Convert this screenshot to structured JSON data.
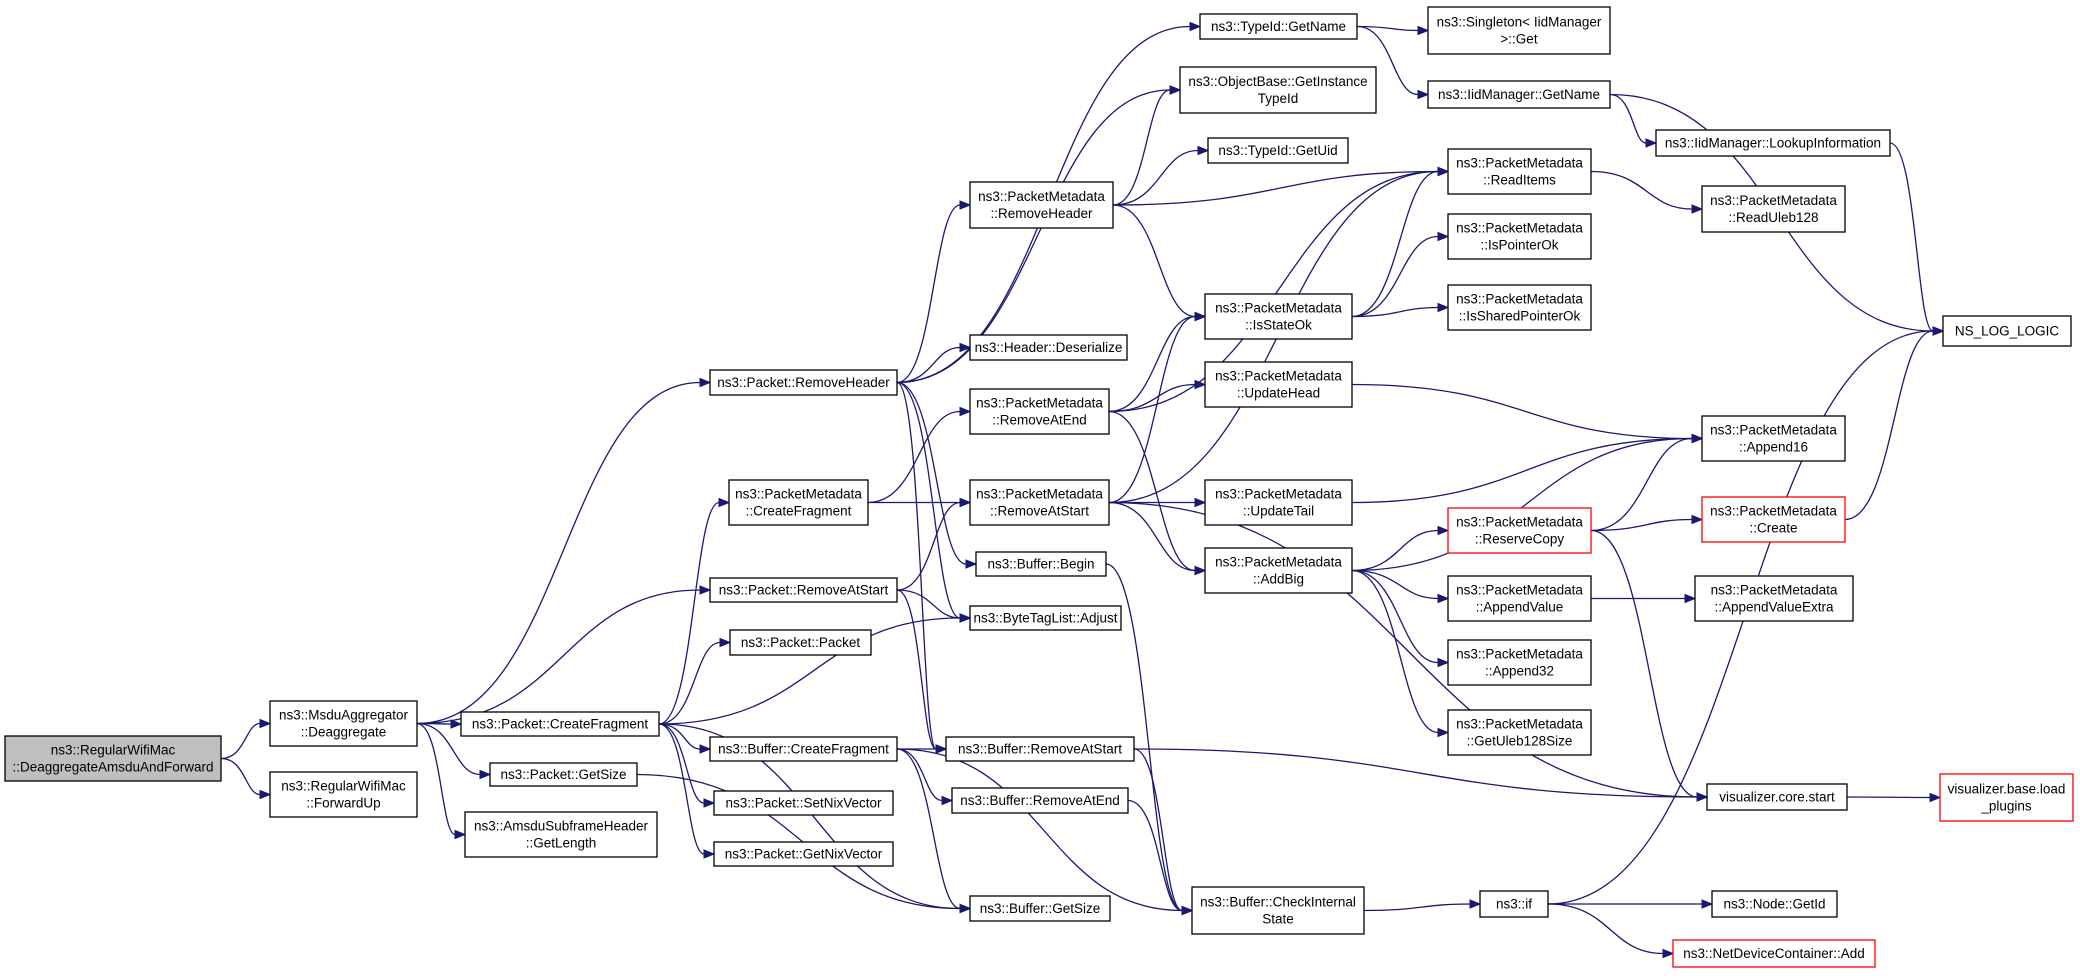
{
  "nodes": [
    {
      "id": "root",
      "lines": [
        "ns3::RegularWifiMac",
        "::DeaggregateAmsduAndForward"
      ],
      "style": "root"
    },
    {
      "id": "msdu_deagg",
      "lines": [
        "ns3::MsduAggregator",
        "::Deaggregate"
      ]
    },
    {
      "id": "fwdup",
      "lines": [
        "ns3::RegularWifiMac",
        "::ForwardUp"
      ]
    },
    {
      "id": "pkt_removeheader",
      "lines": [
        "ns3::Packet::RemoveHeader"
      ]
    },
    {
      "id": "pkt_createfragment",
      "lines": [
        "ns3::Packet::CreateFragment"
      ]
    },
    {
      "id": "pkt_getsize",
      "lines": [
        "ns3::Packet::GetSize"
      ]
    },
    {
      "id": "amsdu_getlength",
      "lines": [
        "ns3::AmsduSubframeHeader",
        "::GetLength"
      ]
    },
    {
      "id": "pkt_removeatstart",
      "lines": [
        "ns3::Packet::RemoveAtStart"
      ]
    },
    {
      "id": "pm_createfragment",
      "lines": [
        "ns3::PacketMetadata",
        "::CreateFragment"
      ]
    },
    {
      "id": "pkt_packet",
      "lines": [
        "ns3::Packet::Packet"
      ]
    },
    {
      "id": "buf_createfragment",
      "lines": [
        "ns3::Buffer::CreateFragment"
      ]
    },
    {
      "id": "pkt_setnix",
      "lines": [
        "ns3::Packet::SetNixVector"
      ]
    },
    {
      "id": "pkt_getnix",
      "lines": [
        "ns3::Packet::GetNixVector"
      ]
    },
    {
      "id": "typeid_getname",
      "lines": [
        "ns3::TypeId::GetName"
      ]
    },
    {
      "id": "objbase_getinst",
      "lines": [
        "ns3::ObjectBase::GetInstance",
        "TypeId"
      ]
    },
    {
      "id": "typeid_getuid",
      "lines": [
        "ns3::TypeId::GetUid"
      ]
    },
    {
      "id": "pm_removeheader",
      "lines": [
        "ns3::PacketMetadata",
        "::RemoveHeader"
      ]
    },
    {
      "id": "hdr_deserialize",
      "lines": [
        "ns3::Header::Deserialize"
      ]
    },
    {
      "id": "pm_removeatend",
      "lines": [
        "ns3::PacketMetadata",
        "::RemoveAtEnd"
      ]
    },
    {
      "id": "pm_removeatstart",
      "lines": [
        "ns3::PacketMetadata",
        "::RemoveAtStart"
      ]
    },
    {
      "id": "buf_begin",
      "lines": [
        "ns3::Buffer::Begin"
      ]
    },
    {
      "id": "btl_adjust",
      "lines": [
        "ns3::ByteTagList::Adjust"
      ]
    },
    {
      "id": "buf_removeatstart",
      "lines": [
        "ns3::Buffer::RemoveAtStart"
      ]
    },
    {
      "id": "buf_removeatend",
      "lines": [
        "ns3::Buffer::RemoveAtEnd"
      ]
    },
    {
      "id": "buf_getsize",
      "lines": [
        "ns3::Buffer::GetSize"
      ]
    },
    {
      "id": "singleton_get",
      "lines": [
        "ns3::Singleton< IidManager",
        ">::Get"
      ]
    },
    {
      "id": "iid_getname",
      "lines": [
        "ns3::IidManager::GetName"
      ]
    },
    {
      "id": "pm_readitems",
      "lines": [
        "ns3::PacketMetadata",
        "::ReadItems"
      ]
    },
    {
      "id": "pm_ispointerok",
      "lines": [
        "ns3::PacketMetadata",
        "::IsPointerOk"
      ]
    },
    {
      "id": "pm_isstateok",
      "lines": [
        "ns3::PacketMetadata",
        "::IsStateOk"
      ]
    },
    {
      "id": "pm_issharedptrok",
      "lines": [
        "ns3::PacketMetadata",
        "::IsSharedPointerOk"
      ]
    },
    {
      "id": "pm_updatehead",
      "lines": [
        "ns3::PacketMetadata",
        "::UpdateHead"
      ]
    },
    {
      "id": "pm_updatetail",
      "lines": [
        "ns3::PacketMetadata",
        "::UpdateTail"
      ]
    },
    {
      "id": "pm_addbig",
      "lines": [
        "ns3::PacketMetadata",
        "::AddBig"
      ]
    },
    {
      "id": "buf_checkinternal",
      "lines": [
        "ns3::Buffer::CheckInternal",
        "State"
      ]
    },
    {
      "id": "iid_lookupinfo",
      "lines": [
        "ns3::IidManager::LookupInformation"
      ]
    },
    {
      "id": "pm_readuleb128",
      "lines": [
        "ns3::PacketMetadata",
        "::ReadUleb128"
      ]
    },
    {
      "id": "pm_append16",
      "lines": [
        "ns3::PacketMetadata",
        "::Append16"
      ]
    },
    {
      "id": "pm_reservecopy",
      "lines": [
        "ns3::PacketMetadata",
        "::ReserveCopy"
      ],
      "style": "red"
    },
    {
      "id": "pm_create",
      "lines": [
        "ns3::PacketMetadata",
        "::Create"
      ],
      "style": "red"
    },
    {
      "id": "pm_appendvalue",
      "lines": [
        "ns3::PacketMetadata",
        "::AppendValue"
      ]
    },
    {
      "id": "pm_appendvalueextra",
      "lines": [
        "ns3::PacketMetadata",
        "::AppendValueExtra"
      ]
    },
    {
      "id": "pm_append32",
      "lines": [
        "ns3::PacketMetadata",
        "::Append32"
      ]
    },
    {
      "id": "pm_getuleb128size",
      "lines": [
        "ns3::PacketMetadata",
        "::GetUleb128Size"
      ]
    },
    {
      "id": "ns_log_logic",
      "lines": [
        "NS_LOG_LOGIC"
      ]
    },
    {
      "id": "vis_core_start",
      "lines": [
        "visualizer.core.start"
      ]
    },
    {
      "id": "vis_load_plugins",
      "lines": [
        "visualizer.base.load",
        "_plugins"
      ],
      "style": "red"
    },
    {
      "id": "ns3_if",
      "lines": [
        "ns3::if"
      ]
    },
    {
      "id": "node_getid",
      "lines": [
        "ns3::Node::GetId"
      ]
    },
    {
      "id": "ndc_add",
      "lines": [
        "ns3::NetDeviceContainer::Add"
      ],
      "style": "red"
    }
  ],
  "edges": [
    [
      "root",
      "msdu_deagg"
    ],
    [
      "root",
      "fwdup"
    ],
    [
      "msdu_deagg",
      "pkt_removeheader"
    ],
    [
      "msdu_deagg",
      "pkt_removeatstart"
    ],
    [
      "msdu_deagg",
      "pkt_createfragment"
    ],
    [
      "msdu_deagg",
      "pkt_getsize"
    ],
    [
      "msdu_deagg",
      "amsdu_getlength"
    ],
    [
      "pkt_removeheader",
      "typeid_getname"
    ],
    [
      "pkt_removeheader",
      "objbase_getinst"
    ],
    [
      "pkt_removeheader",
      "pm_removeheader"
    ],
    [
      "pkt_removeheader",
      "hdr_deserialize"
    ],
    [
      "pkt_removeheader",
      "buf_begin"
    ],
    [
      "pkt_removeheader",
      "btl_adjust"
    ],
    [
      "pkt_removeheader",
      "buf_removeatstart"
    ],
    [
      "pkt_removeatstart",
      "pm_removeatstart"
    ],
    [
      "pkt_removeatstart",
      "btl_adjust"
    ],
    [
      "pkt_removeatstart",
      "buf_removeatstart"
    ],
    [
      "pkt_createfragment",
      "pm_createfragment"
    ],
    [
      "pkt_createfragment",
      "pkt_packet"
    ],
    [
      "pkt_createfragment",
      "btl_adjust"
    ],
    [
      "pkt_createfragment",
      "buf_createfragment"
    ],
    [
      "pkt_createfragment",
      "pkt_setnix"
    ],
    [
      "pkt_createfragment",
      "pkt_getnix"
    ],
    [
      "pkt_createfragment",
      "buf_getsize"
    ],
    [
      "pkt_getsize",
      "buf_getsize"
    ],
    [
      "pm_createfragment",
      "pm_removeatend"
    ],
    [
      "pm_createfragment",
      "pm_removeatstart"
    ],
    [
      "buf_createfragment",
      "buf_removeatstart"
    ],
    [
      "buf_createfragment",
      "buf_removeatend"
    ],
    [
      "buf_createfragment",
      "buf_getsize"
    ],
    [
      "buf_createfragment",
      "buf_checkinternal"
    ],
    [
      "typeid_getname",
      "singleton_get"
    ],
    [
      "typeid_getname",
      "iid_getname"
    ],
    [
      "pm_removeheader",
      "objbase_getinst"
    ],
    [
      "pm_removeheader",
      "typeid_getuid"
    ],
    [
      "pm_removeheader",
      "pm_readitems"
    ],
    [
      "pm_removeheader",
      "pm_isstateok"
    ],
    [
      "pm_removeatend",
      "pm_readitems"
    ],
    [
      "pm_removeatend",
      "pm_isstateok"
    ],
    [
      "pm_removeatend",
      "pm_updatehead"
    ],
    [
      "pm_removeatend",
      "pm_addbig"
    ],
    [
      "pm_removeatstart",
      "pm_readitems"
    ],
    [
      "pm_removeatstart",
      "pm_isstateok"
    ],
    [
      "pm_removeatstart",
      "pm_updatetail"
    ],
    [
      "pm_removeatstart",
      "pm_addbig"
    ],
    [
      "pm_removeatstart",
      "vis_core_start"
    ],
    [
      "buf_begin",
      "buf_checkinternal"
    ],
    [
      "buf_removeatstart",
      "buf_checkinternal"
    ],
    [
      "buf_removeatstart",
      "vis_core_start"
    ],
    [
      "buf_removeatend",
      "buf_checkinternal"
    ],
    [
      "iid_getname",
      "iid_lookupinfo"
    ],
    [
      "iid_getname",
      "ns_log_logic"
    ],
    [
      "pm_isstateok",
      "pm_readitems"
    ],
    [
      "pm_isstateok",
      "pm_ispointerok"
    ],
    [
      "pm_isstateok",
      "pm_issharedptrok"
    ],
    [
      "pm_readitems",
      "pm_readuleb128"
    ],
    [
      "pm_updatehead",
      "pm_append16"
    ],
    [
      "pm_updatetail",
      "pm_append16"
    ],
    [
      "pm_addbig",
      "pm_append16"
    ],
    [
      "pm_addbig",
      "pm_reservecopy"
    ],
    [
      "pm_addbig",
      "pm_appendvalue"
    ],
    [
      "pm_addbig",
      "pm_append32"
    ],
    [
      "pm_addbig",
      "pm_getuleb128size"
    ],
    [
      "pm_reservecopy",
      "pm_append16"
    ],
    [
      "pm_reservecopy",
      "pm_create"
    ],
    [
      "pm_reservecopy",
      "vis_core_start"
    ],
    [
      "pm_appendvalue",
      "pm_appendvalueextra"
    ],
    [
      "pm_create",
      "ns_log_logic"
    ],
    [
      "iid_lookupinfo",
      "ns_log_logic"
    ],
    [
      "vis_core_start",
      "vis_load_plugins"
    ],
    [
      "buf_checkinternal",
      "ns3_if"
    ],
    [
      "ns3_if",
      "ns_log_logic"
    ],
    [
      "ns3_if",
      "node_getid"
    ],
    [
      "ns3_if",
      "ndc_add"
    ]
  ]
}
